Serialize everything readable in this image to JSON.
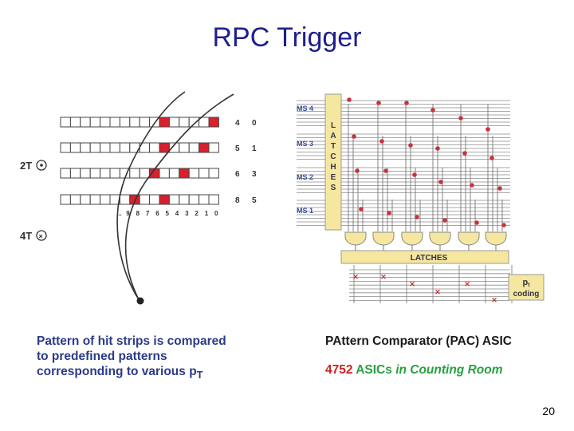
{
  "title": "RPC Trigger",
  "page_number": "20",
  "left_diagram": {
    "field_labels": [
      {
        "text": "2T",
        "symbol": "dot-circle-icon"
      },
      {
        "text": "4T",
        "symbol": "cross-circle-icon"
      }
    ],
    "layer_labels": [
      {
        "a": "4",
        "b": "0"
      },
      {
        "a": "5",
        "b": "1"
      },
      {
        "a": "6",
        "b": "3"
      },
      {
        "a": "8",
        "b": "5"
      }
    ],
    "strip_numbers": [
      "...",
      "9",
      "8",
      "7",
      "6",
      "5",
      "4",
      "3",
      "2",
      "1",
      "0"
    ],
    "hit_color": "#d9202c"
  },
  "right_diagram": {
    "ms_labels": [
      "MS 4",
      "MS 3",
      "MS 2",
      "MS 1"
    ],
    "latch_letters": [
      "L",
      "A",
      "T",
      "C",
      "H",
      "E",
      "S"
    ],
    "latches_label": "LATCHES",
    "coding_label_main": "p",
    "coding_label_sub": "t",
    "coding_label_word": "coding",
    "box_color": "#f6e7a0",
    "marker_color": "#c8323c"
  },
  "captions": {
    "left": [
      "Pattern of hit strips is compared",
      "to predefined patterns",
      "corresponding to various p"
    ],
    "left_subscript": "T",
    "right_line1": "PAttern Comparator (PAC) ASIC",
    "right_line2_count": "4752",
    "right_line2_asics": "ASICs",
    "right_line2_rest": "in Counting Room"
  }
}
